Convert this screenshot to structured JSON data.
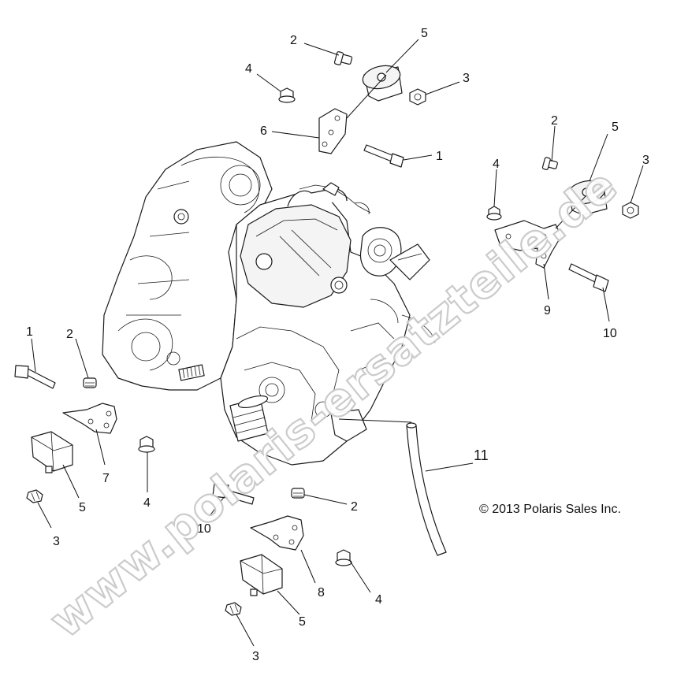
{
  "callouts": {
    "c1a": "1",
    "c1b": "1",
    "c2a": "2",
    "c2b": "2",
    "c2c": "2",
    "c2d": "2",
    "c3a": "3",
    "c3b": "3",
    "c3c": "3",
    "c3d": "3",
    "c4a": "4",
    "c4b": "4",
    "c4c": "4",
    "c4d": "4",
    "c5a": "5",
    "c5b": "5",
    "c5c": "5",
    "c5d": "5",
    "c6": "6",
    "c7": "7",
    "c8": "8",
    "c9": "9",
    "c10a": "10",
    "c10b": "10",
    "c11": "11"
  },
  "copyright": "© 2013 Polaris Sales Inc.",
  "watermark": "www.polaris-ersatzteile.de"
}
